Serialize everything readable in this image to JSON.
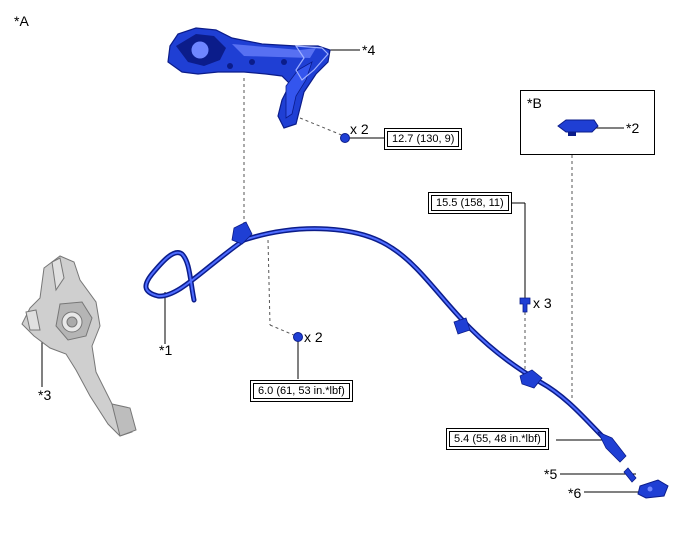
{
  "view_label": "*A",
  "detail": {
    "label": "*B",
    "part": "*2"
  },
  "callouts": {
    "c1": "*1",
    "c3": "*3",
    "c4": "*4",
    "c5": "*5",
    "c6": "*6"
  },
  "quantities": {
    "q_upper": "x 2",
    "q_lower": "x 2",
    "q_right": "x 3"
  },
  "torques": {
    "t_upper": "12.7 (130, 9)",
    "t_right": "15.5 (158, 11)",
    "t_lower": "6.0 (61, 53 in.*lbf)",
    "t_end": "5.4 (55, 48 in.*lbf)"
  },
  "colors": {
    "part_blue": "#1f3fd4",
    "part_dark": "#0b1c8a",
    "part_light": "#6f86ff",
    "pedal_gray": "#cfcfcf",
    "line": "#000000"
  }
}
